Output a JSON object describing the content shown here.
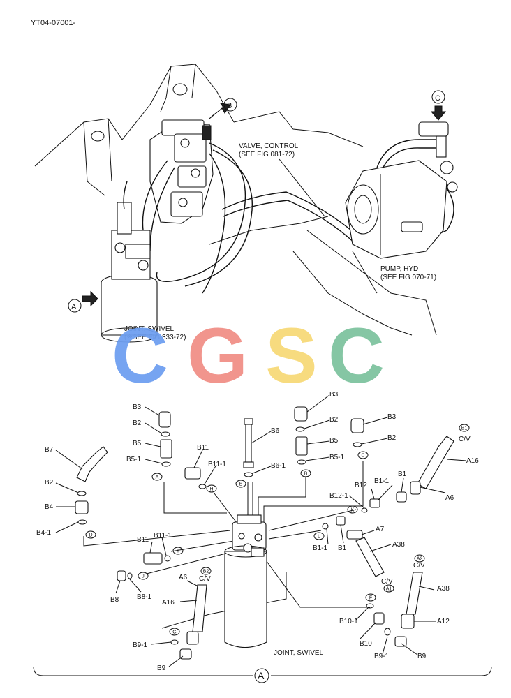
{
  "doc_id": "YT04-07001-",
  "callouts": {
    "B": "B",
    "C": "C",
    "A_top": "A",
    "A_bottom": "A"
  },
  "titles": {
    "valve_1": "VALVE, CONTROL",
    "valve_2": "(SEE FIG 081-72)",
    "pump_1": "PUMP, HYD",
    "pump_2": "(SEE FIG 070-71)",
    "joint_1": "JOINT, SWIVEL",
    "joint_2": "(※SEE FIG 333-72)",
    "joint_bottom": "JOINT, SWIVEL"
  },
  "watermark": {
    "letters": [
      "C",
      "G",
      "S",
      "C"
    ],
    "colors": [
      "#6f9ff0",
      "#f08f87",
      "#f7d978",
      "#7ec39f"
    ]
  },
  "part_labels": [
    {
      "id": "p1",
      "text": "B3"
    },
    {
      "id": "p2",
      "text": "B2"
    },
    {
      "id": "p3",
      "text": "B5"
    },
    {
      "id": "p4",
      "text": "B5-1"
    },
    {
      "id": "p5",
      "text": "B11"
    },
    {
      "id": "p6",
      "text": "B11-1"
    },
    {
      "id": "p7",
      "text": "B6"
    },
    {
      "id": "p8",
      "text": "B6-1"
    },
    {
      "id": "p9",
      "text": "B3"
    },
    {
      "id": "p10",
      "text": "B2"
    },
    {
      "id": "p11",
      "text": "B5"
    },
    {
      "id": "p12",
      "text": "B5-1"
    },
    {
      "id": "p13",
      "text": "B3"
    },
    {
      "id": "p14",
      "text": "B2"
    },
    {
      "id": "p15",
      "text": "C/V"
    },
    {
      "id": "p16",
      "text": "A16"
    },
    {
      "id": "p17",
      "text": "A6"
    },
    {
      "id": "p18",
      "text": "B7"
    },
    {
      "id": "p19",
      "text": "B2"
    },
    {
      "id": "p20",
      "text": "B4"
    },
    {
      "id": "p21",
      "text": "B4-1"
    },
    {
      "id": "p22",
      "text": "B1-1"
    },
    {
      "id": "p23",
      "text": "B1"
    },
    {
      "id": "p24",
      "text": "B12"
    },
    {
      "id": "p25",
      "text": "B12-1"
    },
    {
      "id": "p26",
      "text": "A7"
    },
    {
      "id": "p27",
      "text": "A38"
    },
    {
      "id": "p28",
      "text": "B1-1"
    },
    {
      "id": "p29",
      "text": "B1"
    },
    {
      "id": "p30",
      "text": "B11"
    },
    {
      "id": "p31",
      "text": "B11-1"
    },
    {
      "id": "p32",
      "text": "C/V"
    },
    {
      "id": "p33",
      "text": "B8"
    },
    {
      "id": "p34",
      "text": "B8-1"
    },
    {
      "id": "p35",
      "text": "A6"
    },
    {
      "id": "p36",
      "text": "C/V"
    },
    {
      "id": "p37",
      "text": "A16"
    },
    {
      "id": "p38",
      "text": "C/V"
    },
    {
      "id": "p39",
      "text": "A38"
    },
    {
      "id": "p40",
      "text": "A12"
    },
    {
      "id": "p41",
      "text": "B10-1"
    },
    {
      "id": "p42",
      "text": "B10"
    },
    {
      "id": "p43",
      "text": "B9-1"
    },
    {
      "id": "p44",
      "text": "B9"
    },
    {
      "id": "p45",
      "text": "B9-1"
    },
    {
      "id": "p46",
      "text": "B9"
    }
  ],
  "circle_tags": [
    {
      "id": "t1",
      "text": "A"
    },
    {
      "id": "t2",
      "text": "H"
    },
    {
      "id": "t3",
      "text": "E"
    },
    {
      "id": "t4",
      "text": "B"
    },
    {
      "id": "t5",
      "text": "C"
    },
    {
      "id": "t6",
      "text": "B1"
    },
    {
      "id": "t7",
      "text": "D"
    },
    {
      "id": "t8",
      "text": "K"
    },
    {
      "id": "t9",
      "text": "L"
    },
    {
      "id": "t10",
      "text": "I"
    },
    {
      "id": "t11",
      "text": "J"
    },
    {
      "id": "t12",
      "text": "A1"
    },
    {
      "id": "t13",
      "text": "B2"
    },
    {
      "id": "t14",
      "text": "A2"
    },
    {
      "id": "t15",
      "text": "F"
    },
    {
      "id": "t16",
      "text": "G"
    }
  ]
}
